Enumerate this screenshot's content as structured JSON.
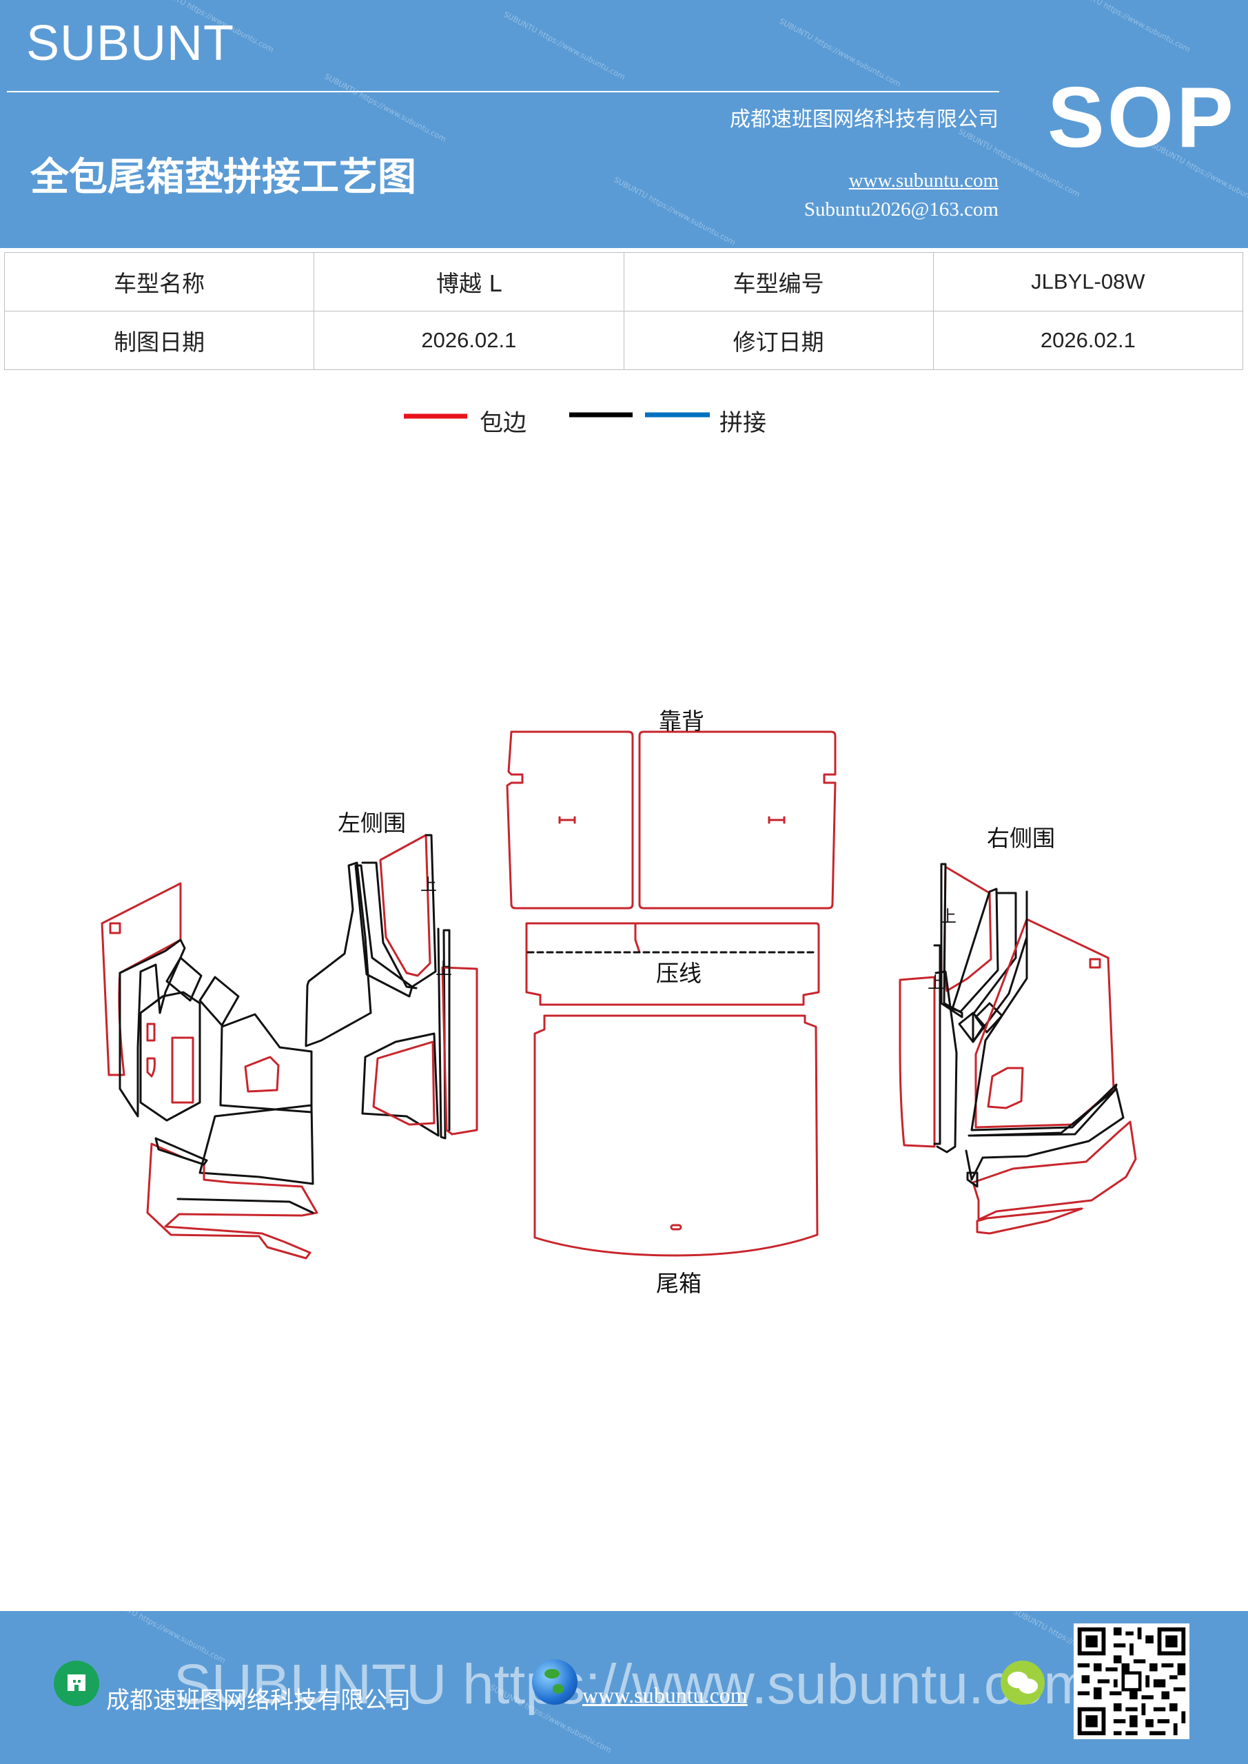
{
  "header": {
    "brand": "SUBUNT",
    "title": "全包尾箱垫拼接工艺图",
    "company": "成都速班图网络科技有限公司",
    "website": "www.subuntu.com",
    "email": "Subuntu2026@163.com",
    "badge": "SOP"
  },
  "info_table": {
    "rows": [
      [
        "车型名称",
        "博越 L",
        "车型编号",
        "JLBYL-08W"
      ],
      [
        "制图日期",
        "2026.02.1",
        "修订日期",
        "2026.02.1"
      ]
    ]
  },
  "legend": {
    "items": [
      {
        "label": "包边",
        "color": "#e8131c"
      },
      {
        "label": "",
        "color": "#000000"
      },
      {
        "label": "拼接",
        "color": "#0070c0"
      }
    ]
  },
  "diagram": {
    "labels": {
      "backrest": "靠背",
      "left_side": "左侧围",
      "right_side": "右侧围",
      "crease": "压线",
      "trunk": "尾箱",
      "up_mark": "上"
    },
    "colors": {
      "edge": "#c8252c",
      "seam": "#111111"
    }
  },
  "footer": {
    "company": "成都速班图网络科技有限公司",
    "website": "www.subuntu.com",
    "watermark": "SUBUNTU https://www.subuntu.com"
  }
}
